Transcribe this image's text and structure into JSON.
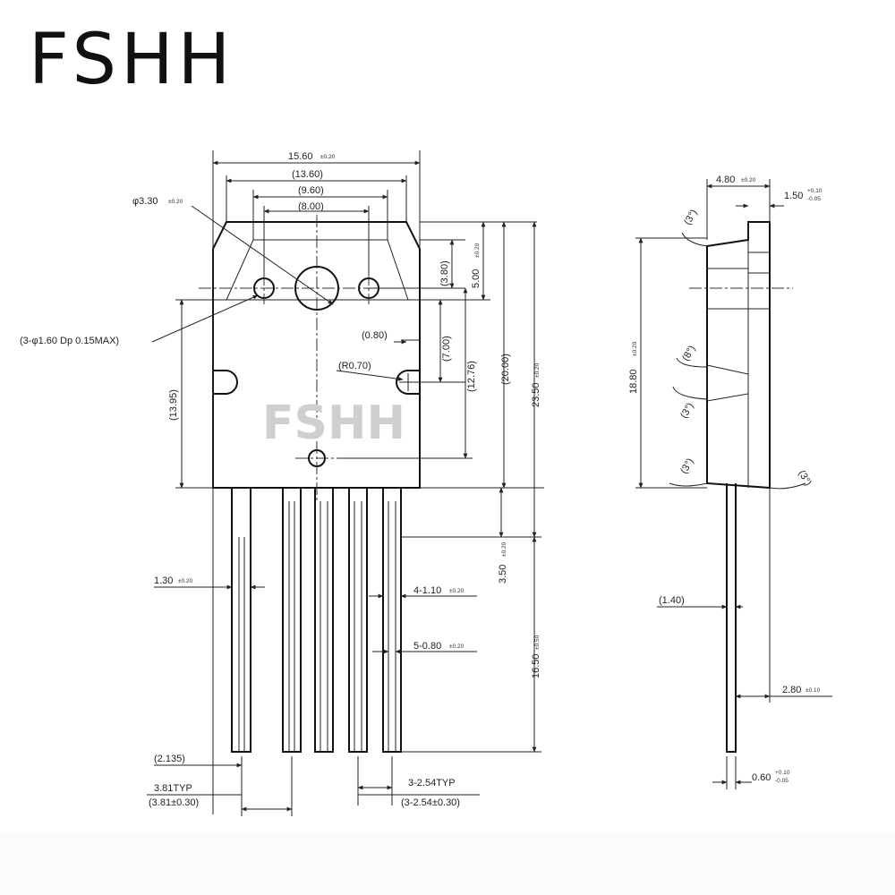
{
  "brand": "FSHH",
  "watermark": "FSHH",
  "front_view": {
    "dims": {
      "width_total": "15.60",
      "width_total_tol": "±0.20",
      "width_136": "(13.60)",
      "width_96": "(9.60)",
      "width_8": "(8.00)",
      "hole_dia": "φ3.30",
      "hole_dia_tol": "±0.20",
      "pin_holes": "(3-φ1.60  Dp  0.15MAX)",
      "h_380": "(3.80)",
      "h_500": "5.00",
      "h_500_tol": "±0.20",
      "h_080": "(0.80)",
      "h_700": "(7.00)",
      "h_1276": "(12.76)",
      "h_2000": "(20.00)",
      "h_2350": "23.50",
      "h_2350_tol": "±0.20",
      "r_070": "(R0.70)",
      "h_1395": "(13.95)",
      "h_350": "3.50",
      "h_350_tol": "±0.20",
      "w_130": "1.30",
      "w_130_tol": "±0.20",
      "w_110": "4-1.10",
      "w_110_tol": "±0.20",
      "w_080": "5-0.80",
      "w_080_tol": "±0.20",
      "h_1650": "16.50",
      "h_1650_tol": "±0.50",
      "w_2135": "(2.135)",
      "pitch_381": "3.81TYP",
      "pitch_381_alt": "(3.81±0.30)",
      "pitch_254": "3-2.54TYP",
      "pitch_254_alt": "(3-2.54±0.30)"
    }
  },
  "side_view": {
    "dims": {
      "w_480": "4.80",
      "w_480_tol": "±0.20",
      "w_150": "1.50",
      "w_150_tol_up": "+0.10",
      "w_150_tol_dn": "-0.05",
      "angle_3_top": "(3°)",
      "h_1880": "18.80",
      "h_1880_tol": "±0.20",
      "angle_8": "(8°)",
      "angle_3_mid": "(3°)",
      "angle_3_left": "(3°)",
      "angle_3_right": "(3°)",
      "w_140": "(1.40)",
      "w_280": "2.80",
      "w_280_tol": "±0.10",
      "w_060": "0.60",
      "w_060_tol_up": "+0.10",
      "w_060_tol_dn": "-0.05"
    }
  }
}
